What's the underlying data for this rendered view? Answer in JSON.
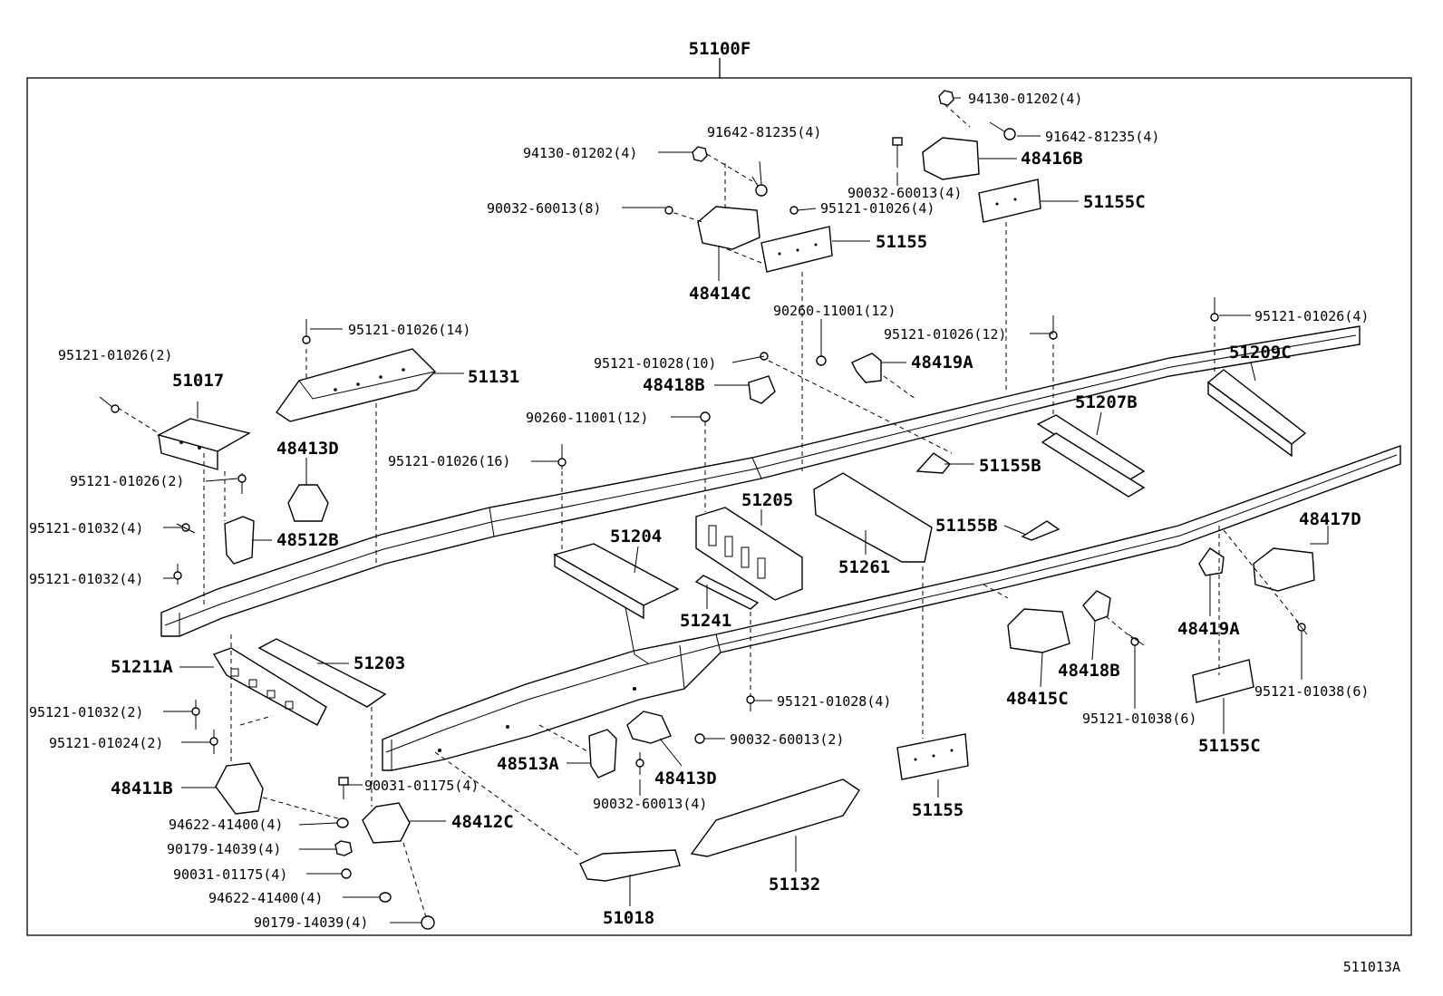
{
  "title": "51100F",
  "figure_code": "511013A",
  "callouts": [
    {
      "id": "c01",
      "text": "94130-01202(4)"
    },
    {
      "id": "c02",
      "text": "91642-81235(4)"
    },
    {
      "id": "c03",
      "text": "48416B"
    },
    {
      "id": "c04",
      "text": "90032-60013(4)"
    },
    {
      "id": "c05",
      "text": "51155C"
    },
    {
      "id": "c06",
      "text": "91642-81235(4)"
    },
    {
      "id": "c07",
      "text": "94130-01202(4)"
    },
    {
      "id": "c08",
      "text": "90032-60013(8)"
    },
    {
      "id": "c09",
      "text": "95121-01026(4)"
    },
    {
      "id": "c10",
      "text": "51155"
    },
    {
      "id": "c11",
      "text": "48414C"
    },
    {
      "id": "c12",
      "text": "90260-11001(12)"
    },
    {
      "id": "c13",
      "text": "95121-01026(12)"
    },
    {
      "id": "c14",
      "text": "95121-01026(4)"
    },
    {
      "id": "c15",
      "text": "95121-01026(14)"
    },
    {
      "id": "c16",
      "text": "95121-01026(2)"
    },
    {
      "id": "c17",
      "text": "51017"
    },
    {
      "id": "c18",
      "text": "51131"
    },
    {
      "id": "c19",
      "text": "95121-01028(10)"
    },
    {
      "id": "c20",
      "text": "48419A"
    },
    {
      "id": "c21",
      "text": "48418B"
    },
    {
      "id": "c22",
      "text": "51209C"
    },
    {
      "id": "c23",
      "text": "90260-11001(12)"
    },
    {
      "id": "c24",
      "text": "51207B"
    },
    {
      "id": "c25",
      "text": "48413D"
    },
    {
      "id": "c26",
      "text": "95121-01026(16)"
    },
    {
      "id": "c27",
      "text": "51155B"
    },
    {
      "id": "c28",
      "text": "95121-01026(2)"
    },
    {
      "id": "c29",
      "text": "51205"
    },
    {
      "id": "c30",
      "text": "48417D"
    },
    {
      "id": "c31",
      "text": "95121-01032(4)"
    },
    {
      "id": "c32",
      "text": "51155B"
    },
    {
      "id": "c33",
      "text": "48512B"
    },
    {
      "id": "c34",
      "text": "51204"
    },
    {
      "id": "c35",
      "text": "51261"
    },
    {
      "id": "c36",
      "text": "95121-01032(4)"
    },
    {
      "id": "c37",
      "text": "48419A"
    },
    {
      "id": "c38",
      "text": "51241"
    },
    {
      "id": "c39",
      "text": "51211A"
    },
    {
      "id": "c40",
      "text": "51203"
    },
    {
      "id": "c41",
      "text": "48418B"
    },
    {
      "id": "c42",
      "text": "48415C"
    },
    {
      "id": "c43",
      "text": "95121-01038(6)"
    },
    {
      "id": "c44",
      "text": "95121-01028(4)"
    },
    {
      "id": "c45",
      "text": "95121-01032(2)"
    },
    {
      "id": "c46",
      "text": "95121-01038(6)"
    },
    {
      "id": "c47",
      "text": "90032-60013(2)"
    },
    {
      "id": "c48",
      "text": "51155C"
    },
    {
      "id": "c49",
      "text": "95121-01024(2)"
    },
    {
      "id": "c50",
      "text": "48513A"
    },
    {
      "id": "c51",
      "text": "48413D"
    },
    {
      "id": "c52",
      "text": "48411B"
    },
    {
      "id": "c53",
      "text": "90031-01175(4)"
    },
    {
      "id": "c54",
      "text": "90032-60013(4)"
    },
    {
      "id": "c55",
      "text": "51155"
    },
    {
      "id": "c56",
      "text": "94622-41400(4)"
    },
    {
      "id": "c57",
      "text": "48412C"
    },
    {
      "id": "c58",
      "text": "90179-14039(4)"
    },
    {
      "id": "c59",
      "text": "90031-01175(4)"
    },
    {
      "id": "c60",
      "text": "51132"
    },
    {
      "id": "c61",
      "text": "94622-41400(4)"
    },
    {
      "id": "c62",
      "text": "51018"
    },
    {
      "id": "c63",
      "text": "90179-14039(4)"
    }
  ]
}
